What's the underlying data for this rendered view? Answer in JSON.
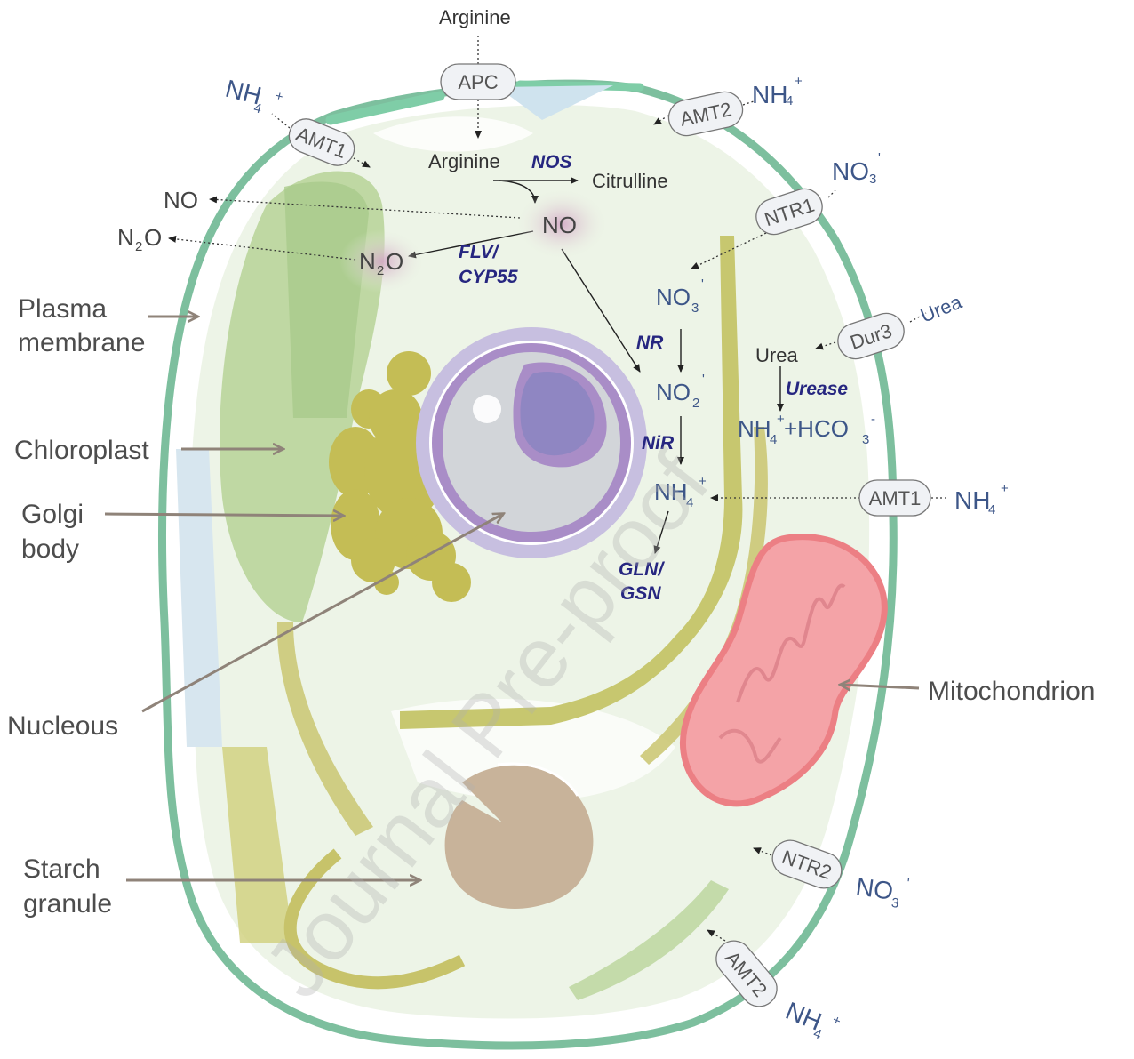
{
  "labels": {
    "plasma_membrane_1": "Plasma",
    "plasma_membrane_2": "membrane",
    "chloroplast": "Chloroplast",
    "golgi_1": "Golgi",
    "golgi_2": "body",
    "nucleous": "Nucleous",
    "starch_1": "Starch",
    "starch_2": "granule",
    "mitochondrion": "Mitochondrion"
  },
  "transporters": {
    "apc": "APC",
    "amt1_top": "AMT1",
    "amt2_top": "AMT2",
    "ntr1": "NTR1",
    "dur3": "Dur3",
    "amt1_right": "AMT1",
    "ntr2": "NTR2",
    "amt2_bottom": "AMT2"
  },
  "molecules": {
    "arginine_out": "Arginine",
    "arginine_in": "Arginine",
    "citrulline": "Citrulline",
    "no_center": "NO",
    "no_out": "NO",
    "urea_in": "Urea",
    "urea_out": "Urea"
  },
  "ions": {
    "nh4": "NH",
    "sub4": "4",
    "sup_plus": "+",
    "no3": "NO",
    "sub3": "3",
    "no2": "NO",
    "sub2": "2",
    "sup_minus_prime": "'",
    "n2o_n": "N",
    "n2o_o": "O",
    "hco3": "+HCO",
    "sup_minus": "-"
  },
  "enzymes": {
    "nos": "NOS",
    "flv_1": "FLV/",
    "flv_2": "CYP55",
    "nr": "NR",
    "nir": "NiR",
    "urease": "Urease",
    "gln_1": "GLN/",
    "gln_2": "GSN"
  },
  "watermark": "Journal Pre-proof",
  "colors": {
    "membrane": "#7dbf9e",
    "cytoplasm": "#eaf2e3",
    "chloroplast": "#c9c46e",
    "golgi": "#c4bd55",
    "nucleus_outer": "#c7bfe0",
    "nucleus_inner": "#a98dc7",
    "nucleolus": "#8f86c2",
    "mitochondrion": "#ef8a8e",
    "starch": "#c8b39a",
    "ion_text": "#3d5688",
    "enzyme_text": "#262680"
  }
}
